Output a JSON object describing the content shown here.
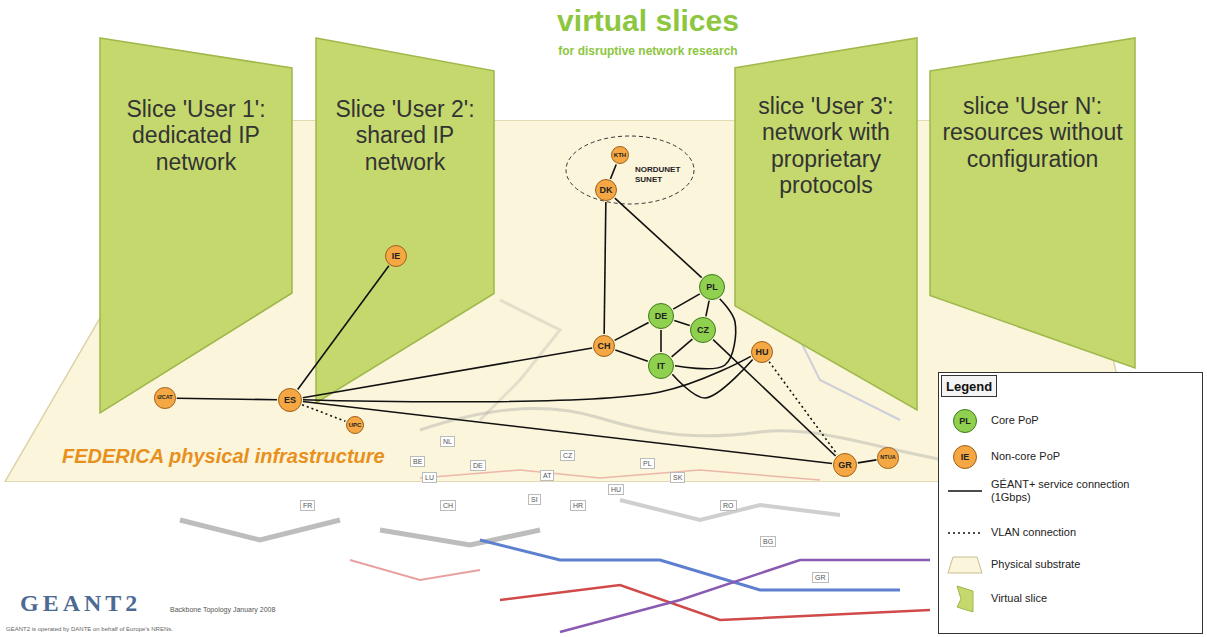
{
  "diagram": {
    "title": "virtual slices",
    "nodes": [
      {
        "text": [
          "Slice 'User 1': dedicated IP network"
        ]
      },
      {
        "text": [
          "Slice 'User 2': shared IP network"
        ]
      },
      {
        "text": [
          "slice 'User 3': network with proprietary protocols"
        ]
      },
      {
        "text": [
          "slice 'User N': resources without configuration"
        ]
      },
      {
        "text": [
          "FEDERICA physical infrastructure"
        ]
      },
      {
        "text": [
          "NORDUNET SUNET"
        ],
        "in": 4
      },
      {
        "text": [
          "KTH"
        ],
        "in": 5
      },
      {
        "text": [
          "DK"
        ],
        "in": 5
      },
      {
        "text": [
          "IE"
        ],
        "in": 4
      },
      {
        "text": [
          "PL"
        ],
        "in": 4
      },
      {
        "text": [
          "DE"
        ],
        "in": 4
      },
      {
        "text": [
          "CH"
        ],
        "in": 4
      },
      {
        "text": [
          "CZ"
        ],
        "in": 4
      },
      {
        "text": [
          "IT"
        ],
        "in": 4
      },
      {
        "text": [
          "HU"
        ],
        "in": 4
      },
      {
        "text": [
          "i2CAT"
        ],
        "in": 4
      },
      {
        "text": [
          "ES"
        ],
        "in": 4
      },
      {
        "text": [
          "UPC"
        ],
        "in": 4
      },
      {
        "text": [
          "GR"
        ],
        "in": 4
      },
      {
        "text": [
          "NTUA"
        ],
        "in": 4
      }
    ],
    "edges": [
      {
        "from": 8,
        "to": 16,
        "arrow": "none"
      },
      {
        "from": 16,
        "to": 15,
        "arrow": "none"
      },
      {
        "from": 16,
        "to": 17,
        "arrow": "none"
      },
      {
        "from": 16,
        "to": 11,
        "arrow": "none"
      },
      {
        "from": 16,
        "to": 14,
        "arrow": "none"
      },
      {
        "from": 16,
        "to": 18,
        "arrow": "none"
      },
      {
        "from": 7,
        "to": 6,
        "arrow": "none"
      },
      {
        "from": 7,
        "to": 11,
        "arrow": "none"
      },
      {
        "from": 7,
        "to": 9,
        "arrow": "none"
      },
      {
        "from": 11,
        "to": 10,
        "arrow": "none"
      },
      {
        "from": 11,
        "to": 13,
        "arrow": "none"
      },
      {
        "from": 10,
        "to": 9,
        "arrow": "none"
      },
      {
        "from": 10,
        "to": 12,
        "arrow": "none"
      },
      {
        "from": 10,
        "to": 13,
        "arrow": "none"
      },
      {
        "from": 12,
        "to": 9,
        "arrow": "none"
      },
      {
        "from": 13,
        "to": 12,
        "arrow": "none"
      },
      {
        "from": 13,
        "to": 9,
        "arrow": "none"
      },
      {
        "from": 13,
        "to": 14,
        "arrow": "none"
      },
      {
        "from": 12,
        "to": 18,
        "arrow": "none"
      },
      {
        "from": 14,
        "to": 18,
        "arrow": "none"
      },
      {
        "from": 18,
        "to": 19,
        "arrow": "none"
      }
    ],
    "labels": [
      "for disruptive network research",
      "PL",
      "IE",
      "Legend",
      "NL",
      "BE",
      "LU",
      "FR",
      "DE",
      "CH",
      "AT",
      "SI",
      "HR",
      "CZ",
      "PL",
      "SK",
      "HU",
      "RO",
      "BG",
      "GR",
      "GEANT2",
      "Backbone Topology January 2008",
      "GEANT2 is operated by DANTE on behalf of Europe's NRENs."
    ],
    "legend": [
      {
        "text": "Core PoP",
        "color": "#8fd14f"
      },
      {
        "text": "Non-core PoP",
        "color": "#f4a742"
      },
      {
        "text": "GÉANT+ service connection (1Gbps)"
      },
      {
        "text": "VLAN connection"
      },
      {
        "text": "Physical substrate",
        "color": "#fbf5dc"
      },
      {
        "text": "Virtual slice",
        "color": "#c4d86e"
      }
    ]
  }
}
